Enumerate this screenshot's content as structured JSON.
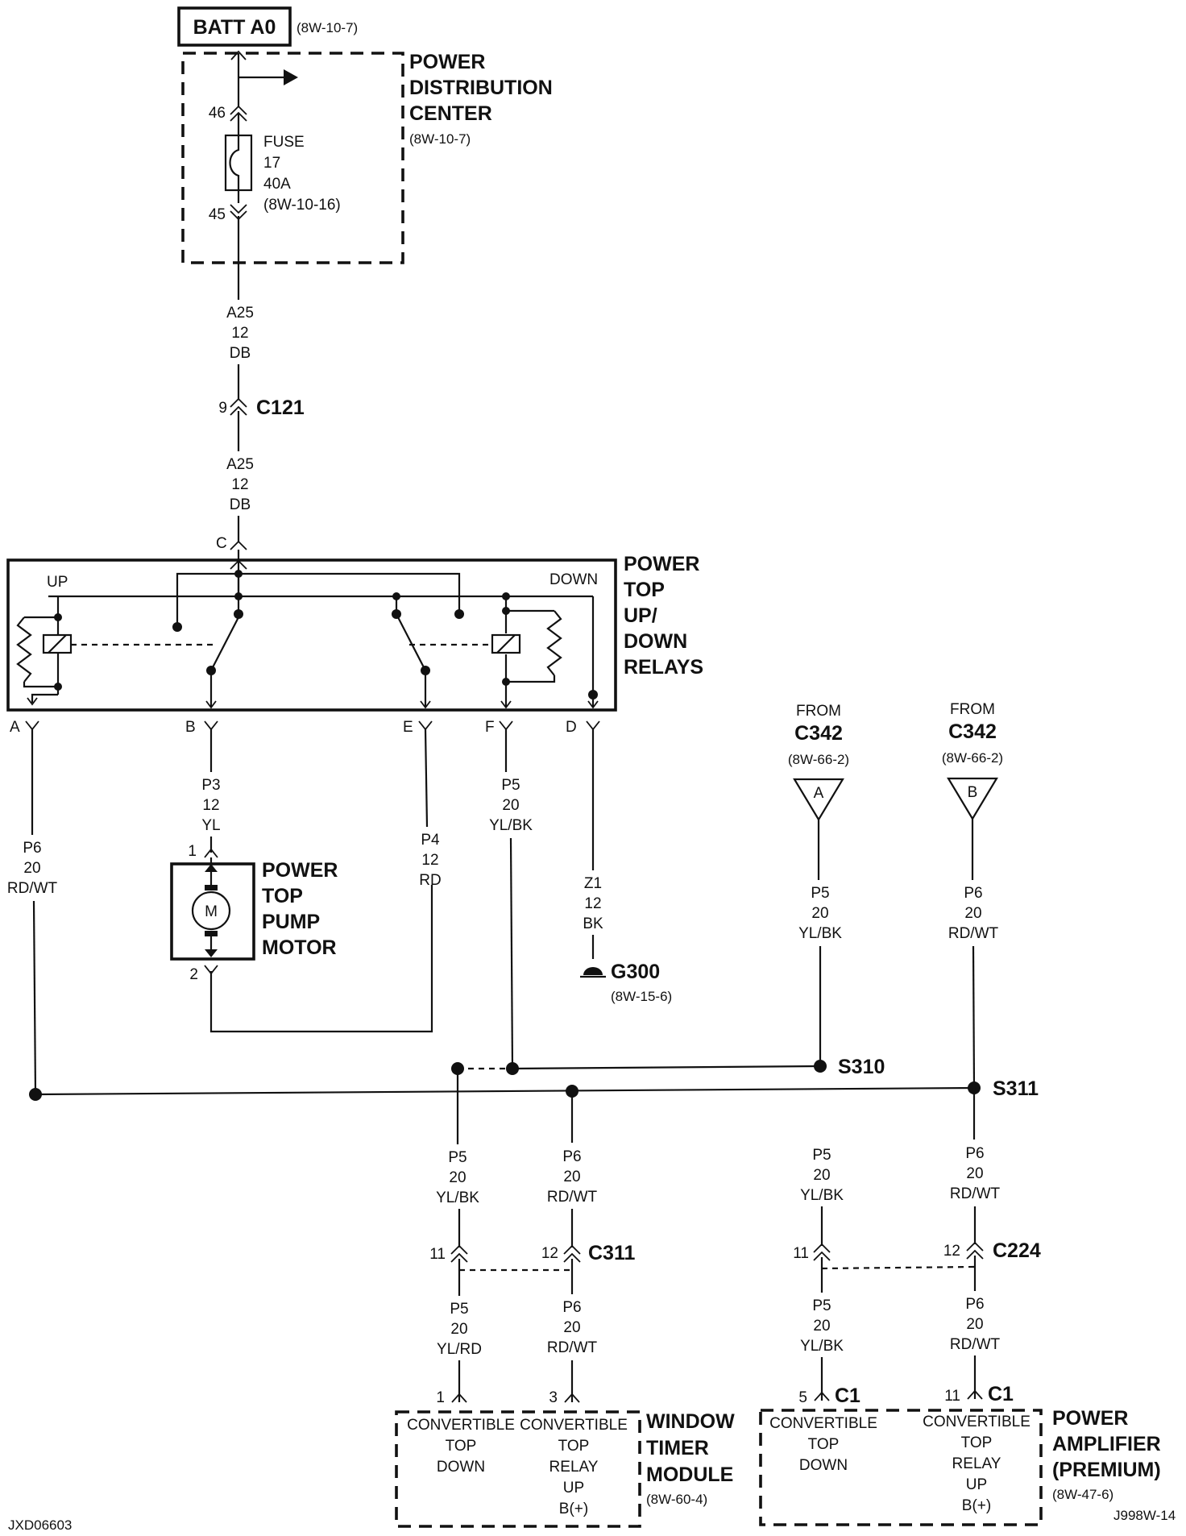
{
  "batt": {
    "label": "BATT A0",
    "ref": "(8W-10-7)"
  },
  "pdc": {
    "title": [
      "POWER",
      "DISTRIBUTION",
      "CENTER"
    ],
    "ref": "(8W-10-7)",
    "pin_top": "46",
    "pin_bottom": "45"
  },
  "fuse": {
    "lines": [
      "FUSE",
      "17",
      "40A",
      "(8W-10-16)"
    ]
  },
  "wire_a25_top": [
    "A25",
    "12",
    "DB"
  ],
  "c121": {
    "name": "C121",
    "pin": "9"
  },
  "wire_a25_bottom": [
    "A25",
    "12",
    "DB"
  ],
  "relays": {
    "title": [
      "POWER",
      "TOP",
      "UP/",
      "DOWN",
      "RELAYS"
    ],
    "up": "UP",
    "down": "DOWN",
    "pin_c": "C",
    "pin_a": "A",
    "pin_b": "B",
    "pin_e": "E",
    "pin_f": "F",
    "pin_d": "D"
  },
  "wire_p6_a": [
    "P6",
    "20",
    "RD/WT"
  ],
  "wire_p3": [
    "P3",
    "12",
    "YL"
  ],
  "wire_p4": [
    "P4",
    "12",
    "RD"
  ],
  "wire_p5_f": [
    "P5",
    "20",
    "YL/BK"
  ],
  "wire_z1": [
    "Z1",
    "12",
    "BK"
  ],
  "motor": {
    "title": [
      "POWER",
      "TOP",
      "PUMP",
      "MOTOR"
    ],
    "symbol": "M",
    "pin1": "1",
    "pin2": "2"
  },
  "g300": {
    "name": "G300",
    "ref": "(8W-15-6)"
  },
  "from_a": {
    "from": "FROM",
    "conn": "C342",
    "ref": "(8W-66-2)",
    "letter": "A"
  },
  "from_b": {
    "from": "FROM",
    "conn": "C342",
    "ref": "(8W-66-2)",
    "letter": "B"
  },
  "wire_p5_froma": [
    "P5",
    "20",
    "YL/BK"
  ],
  "wire_p6_fromb": [
    "P6",
    "20",
    "RD/WT"
  ],
  "s310": "S310",
  "s311": "S311",
  "wire_p5_wt_top": [
    "P5",
    "20",
    "YL/BK"
  ],
  "wire_p6_wt_top": [
    "P6",
    "20",
    "RD/WT"
  ],
  "c311": {
    "name": "C311",
    "pin_left": "11",
    "pin_right": "12"
  },
  "wire_p5_wt_bot": [
    "P5",
    "20",
    "YL/RD"
  ],
  "wire_p6_wt_bot": [
    "P6",
    "20",
    "RD/WT"
  ],
  "wtm": {
    "pin_left": "1",
    "pin_right": "3",
    "left_text": [
      "CONVERTIBLE",
      "TOP",
      "DOWN"
    ],
    "right_text": [
      "CONVERTIBLE",
      "TOP",
      "RELAY",
      "UP",
      "B(+)"
    ],
    "title": [
      "WINDOW",
      "TIMER",
      "MODULE"
    ],
    "ref": "(8W-60-4)"
  },
  "wire_p5_amp_top": [
    "P5",
    "20",
    "YL/BK"
  ],
  "wire_p6_amp_top": [
    "P6",
    "20",
    "RD/WT"
  ],
  "c224": {
    "name": "C224",
    "pin_left": "11",
    "pin_right": "12"
  },
  "wire_p5_amp_bot": [
    "P5",
    "20",
    "YL/BK"
  ],
  "wire_p6_amp_bot": [
    "P6",
    "20",
    "RD/WT"
  ],
  "amp": {
    "pin_left": "5",
    "pin_right": "11",
    "conn_left": "C1",
    "conn_right": "C1",
    "left_text": [
      "CONVERTIBLE",
      "TOP",
      "DOWN"
    ],
    "right_text": [
      "CONVERTIBLE",
      "TOP",
      "RELAY",
      "UP",
      "B(+)"
    ],
    "title": [
      "POWER",
      "AMPLIFIER",
      "(PREMIUM)"
    ],
    "ref": "(8W-47-6)"
  },
  "footer": {
    "left": "JXD06603",
    "right": "J998W-14"
  }
}
